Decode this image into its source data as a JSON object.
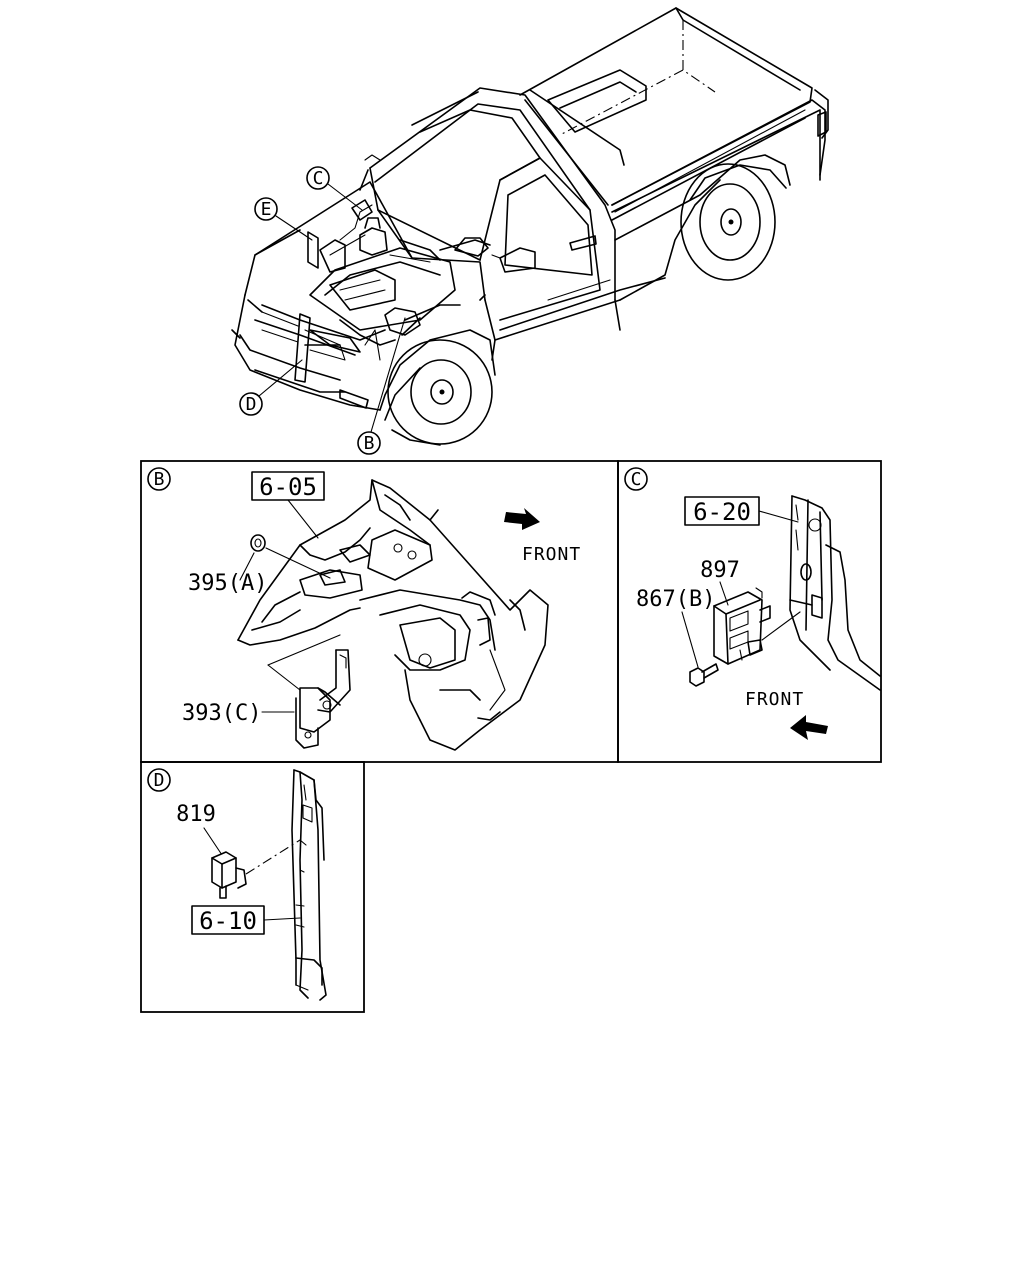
{
  "overview": {
    "callouts": [
      "C",
      "E",
      "D",
      "B"
    ]
  },
  "panel_b": {
    "letter": "B",
    "group_ref": "6-05",
    "part_nut": "395(A)",
    "part_bracket": "393(C)",
    "front_label": "FRONT"
  },
  "panel_c": {
    "letter": "C",
    "group_ref": "6-20",
    "part_module": "897",
    "part_bolt": "867(B)",
    "front_label": "FRONT"
  },
  "panel_d": {
    "letter": "D",
    "group_ref": "6-10",
    "part_sensor": "819"
  }
}
